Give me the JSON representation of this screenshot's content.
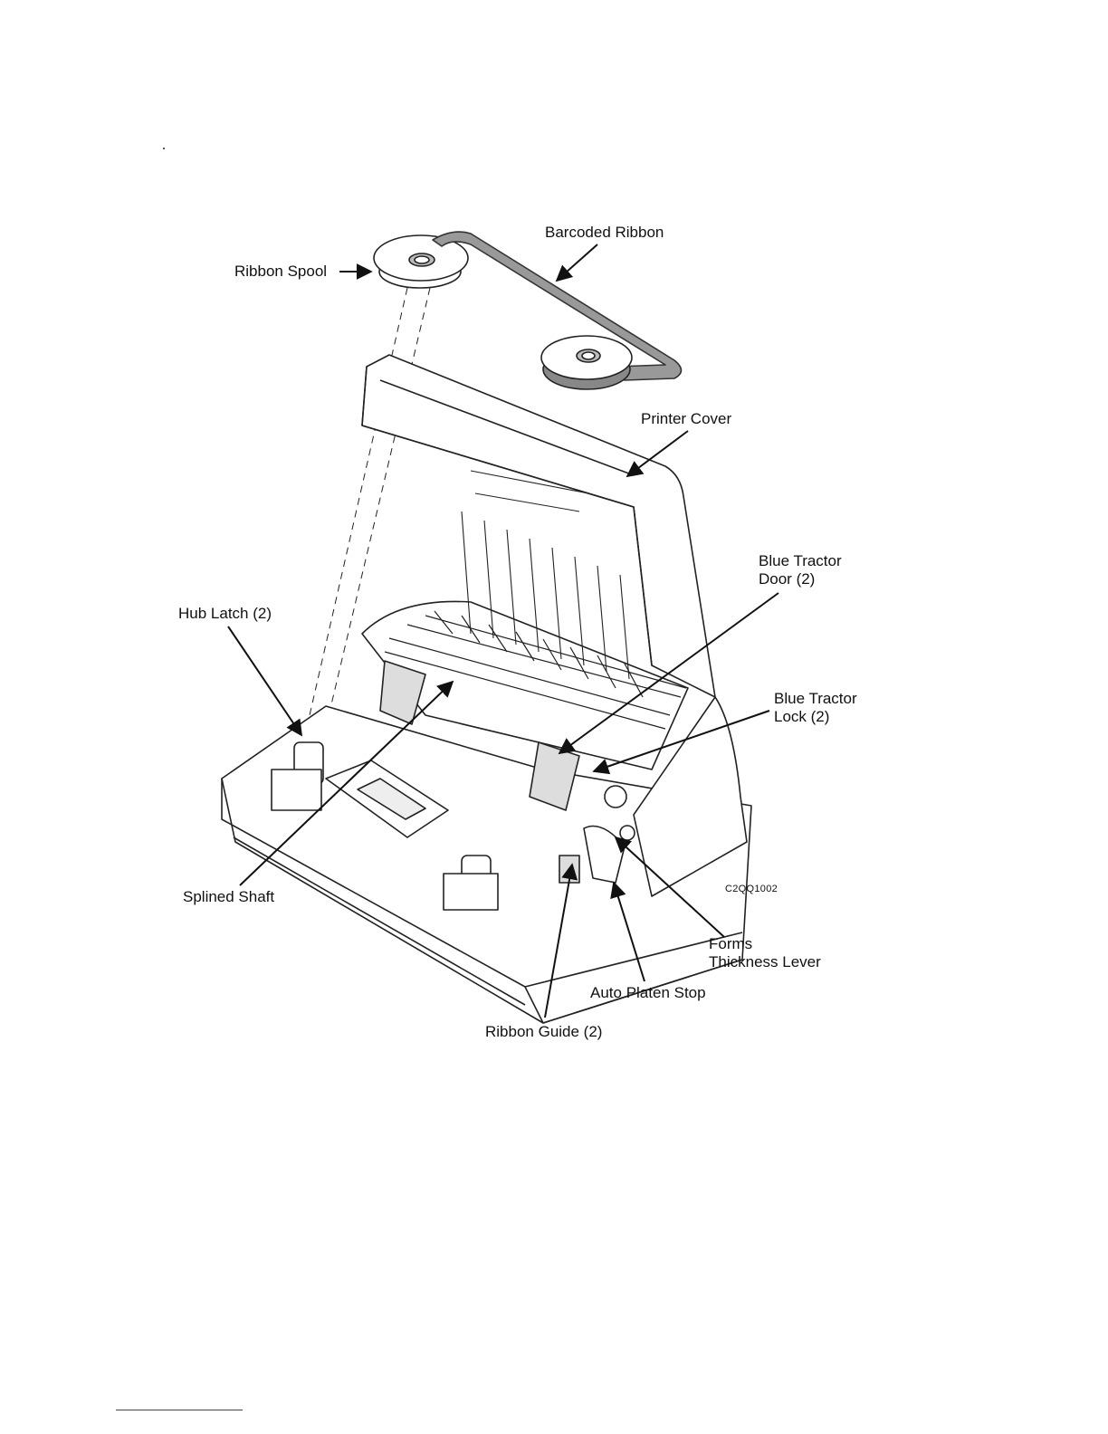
{
  "figure": {
    "callouts": {
      "barcoded_ribbon": "Barcoded Ribbon",
      "ribbon_spool": "Ribbon Spool",
      "printer_cover": "Printer Cover",
      "blue_tractor_door": "Blue Tractor\nDoor (2)",
      "hub_latch": "Hub Latch (2)",
      "blue_tractor_lock": "Blue Tractor\nLock (2)",
      "splined_shaft": "Splined Shaft",
      "forms_thickness_lever": "Forms\nThickness Lever",
      "auto_platen_stop": "Auto Platen Stop",
      "ribbon_guide": "Ribbon Guide (2)"
    },
    "figure_code": "C2QQ1002"
  }
}
